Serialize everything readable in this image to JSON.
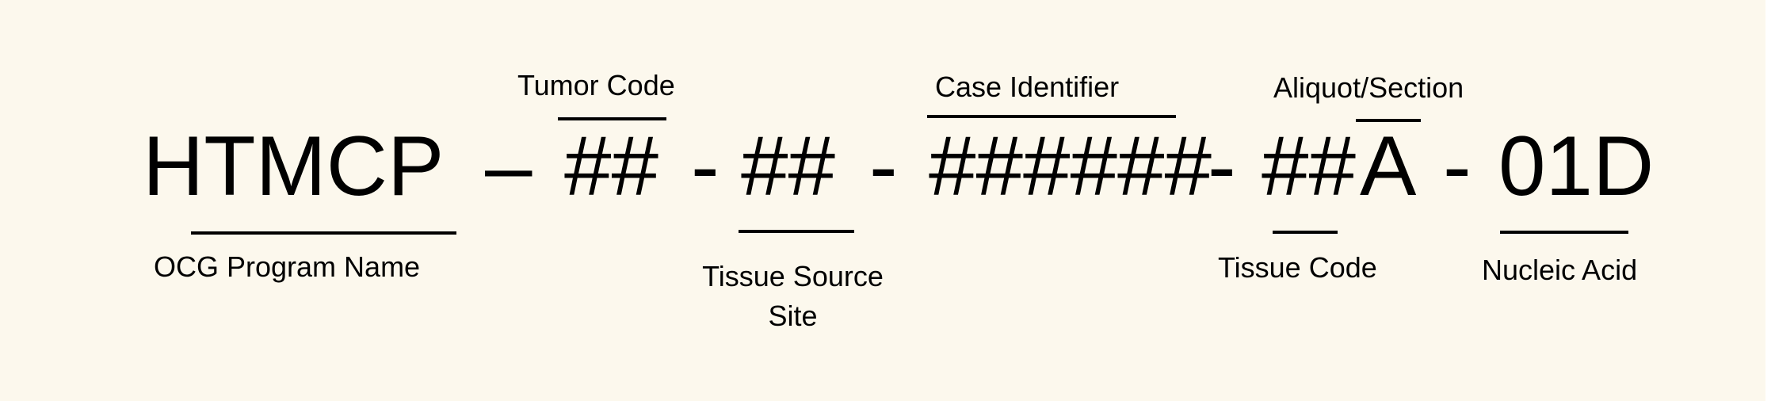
{
  "code": {
    "program": "HTMCP",
    "sep_dash": "–",
    "tumor": "##",
    "sep1": "-",
    "tss": "##",
    "sep2": "-",
    "case": "######",
    "sep3": "-",
    "tissue": "##",
    "aliquot": "A",
    "sep4": "-",
    "nucleic": "01D"
  },
  "labels": {
    "tumor_code": "Tumor Code",
    "case_identifier": "Case Identifier",
    "aliquot_section": "Aliquot/Section",
    "ocg_program_name": "OCG Program Name",
    "tissue_source_site_line1": "Tissue Source",
    "tissue_source_site_line2": "Site",
    "tissue_code": "Tissue Code",
    "nucleic_acid": "Nucleic Acid"
  },
  "colors": {
    "background": "#fcf8ed",
    "ink": "#000000"
  }
}
